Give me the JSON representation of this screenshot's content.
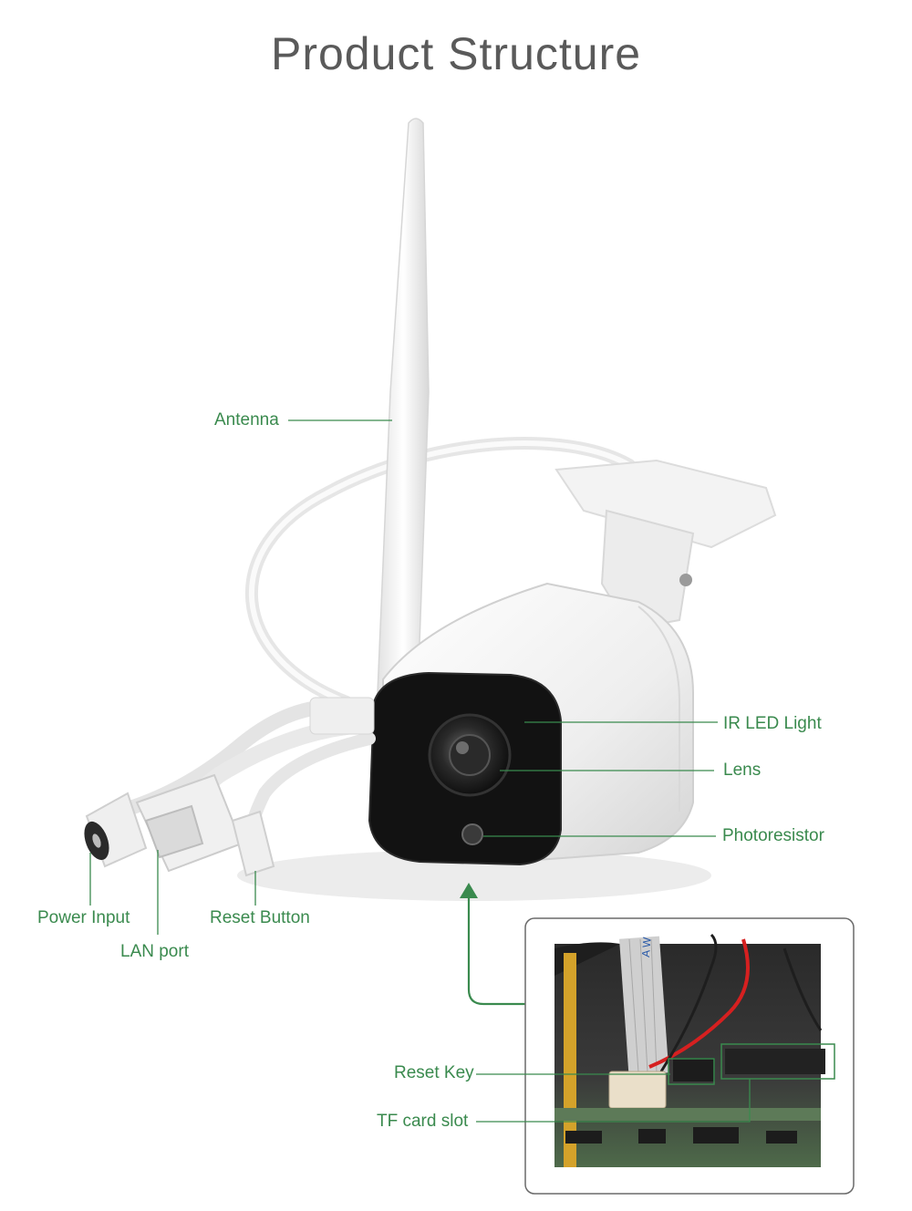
{
  "title": "Product Structure",
  "labels": {
    "antenna": "Antenna",
    "ir_led": "IR LED Light",
    "lens": "Lens",
    "photoresistor": "Photoresistor",
    "power_input": "Power Input",
    "lan_port": "LAN port",
    "reset_button": "Reset Button",
    "reset_key": "Reset Key",
    "tf_card_slot": "TF card slot"
  },
  "inset": {
    "ribbon_text": "A W"
  },
  "colors": {
    "label_green": "#3a8a4e",
    "title_gray": "#5a5a5a",
    "camera_white": "#f2f2f2",
    "lens_black": "#141414",
    "pcb_green": "#3d5a3a",
    "red_wire": "#d62020"
  }
}
